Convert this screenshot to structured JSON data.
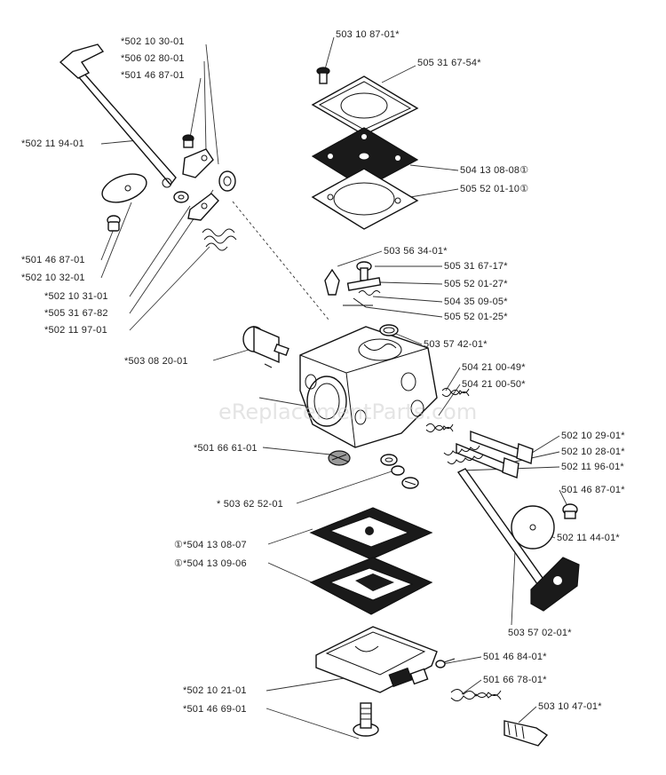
{
  "watermark": "eReplacementParts.com",
  "callouts": [
    {
      "id": "c1",
      "text": "*502 10 30-01"
    },
    {
      "id": "c2",
      "text": "*506 02 80-01"
    },
    {
      "id": "c3",
      "text": "*501 46 87-01"
    },
    {
      "id": "c4",
      "text": "*502 11 94-01"
    },
    {
      "id": "c5",
      "text": "*501 46 87-01"
    },
    {
      "id": "c6",
      "text": "*502 10 32-01"
    },
    {
      "id": "c7",
      "text": "*502 10 31-01"
    },
    {
      "id": "c8",
      "text": "*505 31 67-82"
    },
    {
      "id": "c9",
      "text": "*502 11 97-01"
    },
    {
      "id": "c10",
      "text": "503 10 87-01*"
    },
    {
      "id": "c11",
      "text": "505 31 67-54*"
    },
    {
      "id": "c12",
      "text": "504 13 08-08①"
    },
    {
      "id": "c13",
      "text": "505 52 01-10①"
    },
    {
      "id": "c14",
      "text": "503 56 34-01*"
    },
    {
      "id": "c15",
      "text": "505 31 67-17*"
    },
    {
      "id": "c16",
      "text": "505 52 01-27*"
    },
    {
      "id": "c17",
      "text": "504 35 09-05*"
    },
    {
      "id": "c18",
      "text": "505 52 01-25*"
    },
    {
      "id": "c19",
      "text": "503 57 42-01*"
    },
    {
      "id": "c20",
      "text": "*503 08 20-01"
    },
    {
      "id": "c21",
      "text": "504 21 00-49*"
    },
    {
      "id": "c22",
      "text": "504 21 00-50*"
    },
    {
      "id": "c23",
      "text": "502 10 29-01*"
    },
    {
      "id": "c24",
      "text": "502 10 28-01*"
    },
    {
      "id": "c25",
      "text": "502 11 96-01*"
    },
    {
      "id": "c26",
      "text": "*501 66 61-01"
    },
    {
      "id": "c27",
      "text": "* 503 62 52-01"
    },
    {
      "id": "c28",
      "text": "501 46 87-01*"
    },
    {
      "id": "c29",
      "text": "502 11 44-01*"
    },
    {
      "id": "c30",
      "text": "①*504 13 08-07"
    },
    {
      "id": "c31",
      "text": "①*504 13 09-06"
    },
    {
      "id": "c32",
      "text": "503 57 02-01*"
    },
    {
      "id": "c33",
      "text": "501 46 84-01*"
    },
    {
      "id": "c34",
      "text": "501 66 78-01*"
    },
    {
      "id": "c35",
      "text": "*502 10 21-01"
    },
    {
      "id": "c36",
      "text": "*501 46 69-01"
    },
    {
      "id": "c37",
      "text": "503 10 47-01*"
    }
  ]
}
